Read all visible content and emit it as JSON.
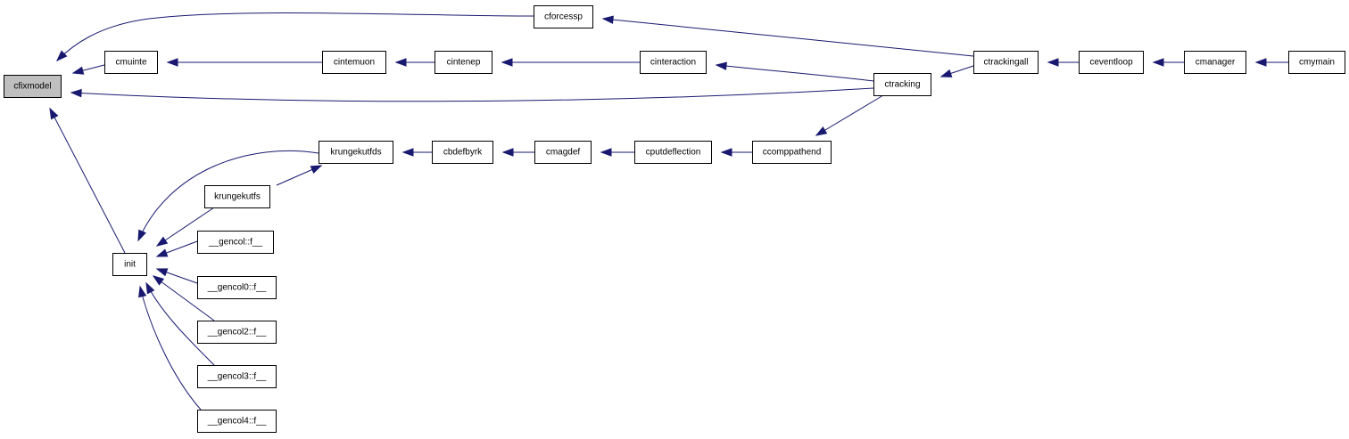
{
  "graph": {
    "colors": {
      "edge": "#191970",
      "root_fill": "#bfbfbf",
      "node_fill": "#ffffff",
      "node_border": "#000000"
    },
    "nodes": {
      "cfixmodel": "cfixmodel",
      "cforcessp": "cforcessp",
      "cmuinte": "cmuinte",
      "cintemuon": "cintemuon",
      "cintenep": "cintenep",
      "cinteraction": "cinteraction",
      "ctrackingall": "ctrackingall",
      "ceventloop": "ceventloop",
      "cmanager": "cmanager",
      "cmymain": "cmymain",
      "ctracking": "ctracking",
      "krungekutfds": "krungekutfds",
      "cbdefbyrk": "cbdefbyrk",
      "cmagdef": "cmagdef",
      "cputdeflection": "cputdeflection",
      "ccomppathend": "ccomppathend",
      "krungekutfs": "krungekutfs",
      "init": "init",
      "gencol_f": "__gencol::f__",
      "gencol0_f": "__gencol0::f__",
      "gencol2_f": "__gencol2::f__",
      "gencol3_f": "__gencol3::f__",
      "gencol4_f": "__gencol4::f__"
    },
    "edges": [
      [
        "cforcessp",
        "cfixmodel"
      ],
      [
        "cmuinte",
        "cfixmodel"
      ],
      [
        "ctracking",
        "cfixmodel"
      ],
      [
        "init",
        "cfixmodel"
      ],
      [
        "cintemuon",
        "cmuinte"
      ],
      [
        "cintenep",
        "cintemuon"
      ],
      [
        "cinteraction",
        "cintenep"
      ],
      [
        "ctracking",
        "cinteraction"
      ],
      [
        "ctrackingall",
        "cforcessp"
      ],
      [
        "ctrackingall",
        "ctracking"
      ],
      [
        "ceventloop",
        "ctrackingall"
      ],
      [
        "cmanager",
        "ceventloop"
      ],
      [
        "cmymain",
        "cmanager"
      ],
      [
        "ctracking",
        "ccomppathend"
      ],
      [
        "ccomppathend",
        "cputdeflection"
      ],
      [
        "cputdeflection",
        "cmagdef"
      ],
      [
        "cmagdef",
        "cbdefbyrk"
      ],
      [
        "cbdefbyrk",
        "krungekutfds"
      ],
      [
        "krungekutfs",
        "krungekutfds"
      ],
      [
        "krungekutfds",
        "init"
      ],
      [
        "krungekutfs",
        "init"
      ],
      [
        "gencol_f",
        "init"
      ],
      [
        "gencol0_f",
        "init"
      ],
      [
        "gencol2_f",
        "init"
      ],
      [
        "gencol3_f",
        "init"
      ],
      [
        "gencol4_f",
        "init"
      ]
    ]
  }
}
